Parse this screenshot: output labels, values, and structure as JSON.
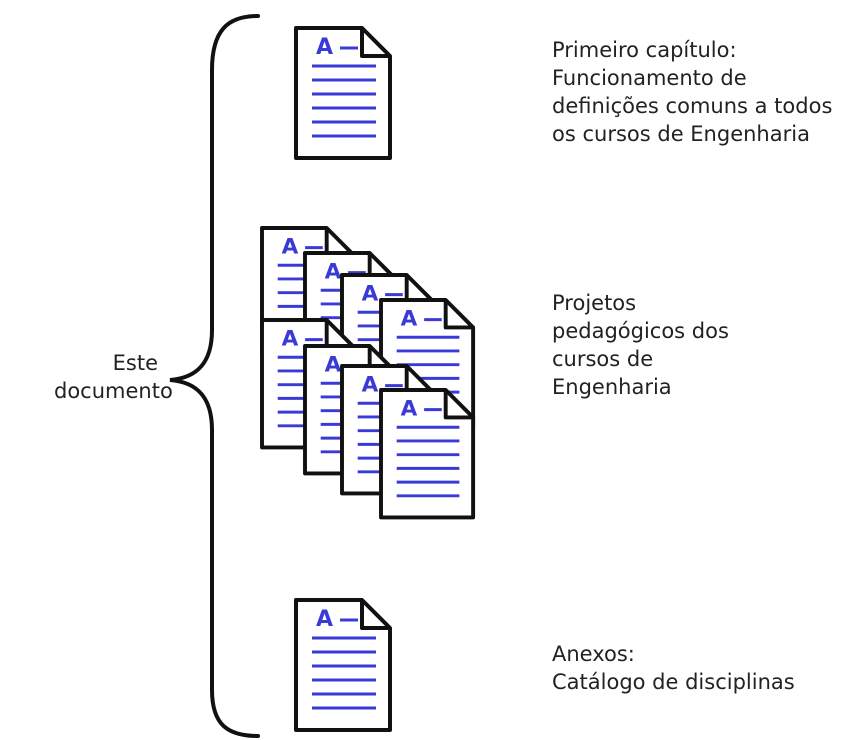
{
  "colors": {
    "doc_outline": "#111111",
    "doc_lines": "#3a3ad6",
    "doc_paper": "#ffffff",
    "text": "#222222"
  },
  "root_label": [
    "Este",
    "documento"
  ],
  "sections": [
    {
      "id": "primeiro-capitulo",
      "label_lines": [
        "Primeiro capítulo:",
        "Funcionamento de",
        "definições comuns a todos",
        "os cursos de Engenharia"
      ],
      "icon": "document-icon",
      "doc_letter": "A"
    },
    {
      "id": "projetos",
      "label_lines": [
        "Projetos",
        "pedagógicos dos",
        "cursos de",
        "Engenharia"
      ],
      "icon": "document-stack-icon",
      "doc_letter": "A"
    },
    {
      "id": "anexos",
      "label_lines": [
        "Anexos:",
        "Catálogo de disciplinas"
      ],
      "icon": "document-icon",
      "doc_letter": "A"
    }
  ]
}
